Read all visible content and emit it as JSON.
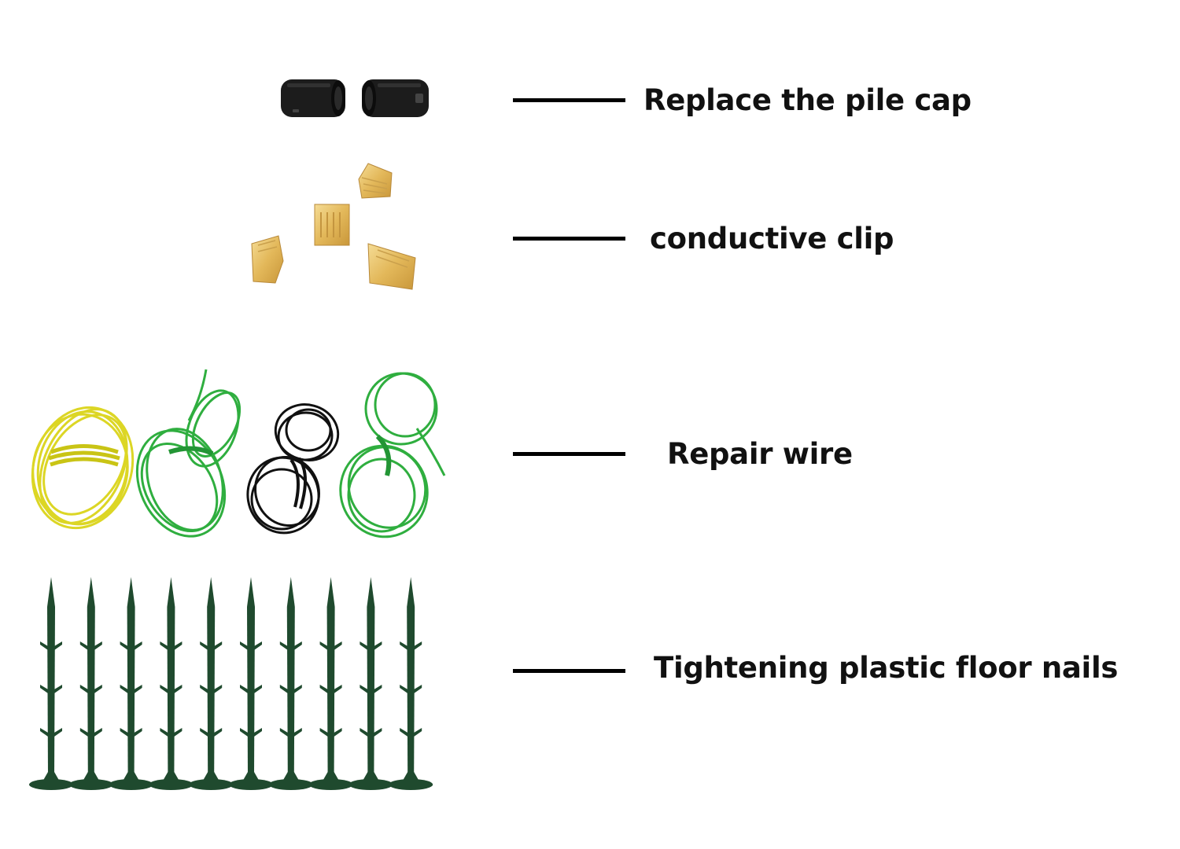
{
  "labels": {
    "pile_cap": "Replace the pile cap",
    "clip": "conductive clip",
    "wire": "Repair wire",
    "nails": "Tightening plastic floor nails"
  },
  "colors": {
    "background": "#ffffff",
    "leader_line": "#000000",
    "text": "#111111",
    "pile_cap": "#1a1a1a",
    "clip_gold": "#e8c46a",
    "wire_yellow": "#e4e02a",
    "wire_green": "#2fae3f",
    "wire_black": "#111111",
    "nail_green": "#1f4a2e"
  },
  "items": [
    {
      "id": "pile-cap",
      "icon": "pile-cap-icon",
      "count": 2
    },
    {
      "id": "conductive-clip",
      "icon": "conductive-clip-icon",
      "count": 4
    },
    {
      "id": "repair-wire",
      "icon": "wire-coil-icon",
      "count": 4
    },
    {
      "id": "floor-nails",
      "icon": "plastic-stake-icon",
      "count": 10
    }
  ]
}
